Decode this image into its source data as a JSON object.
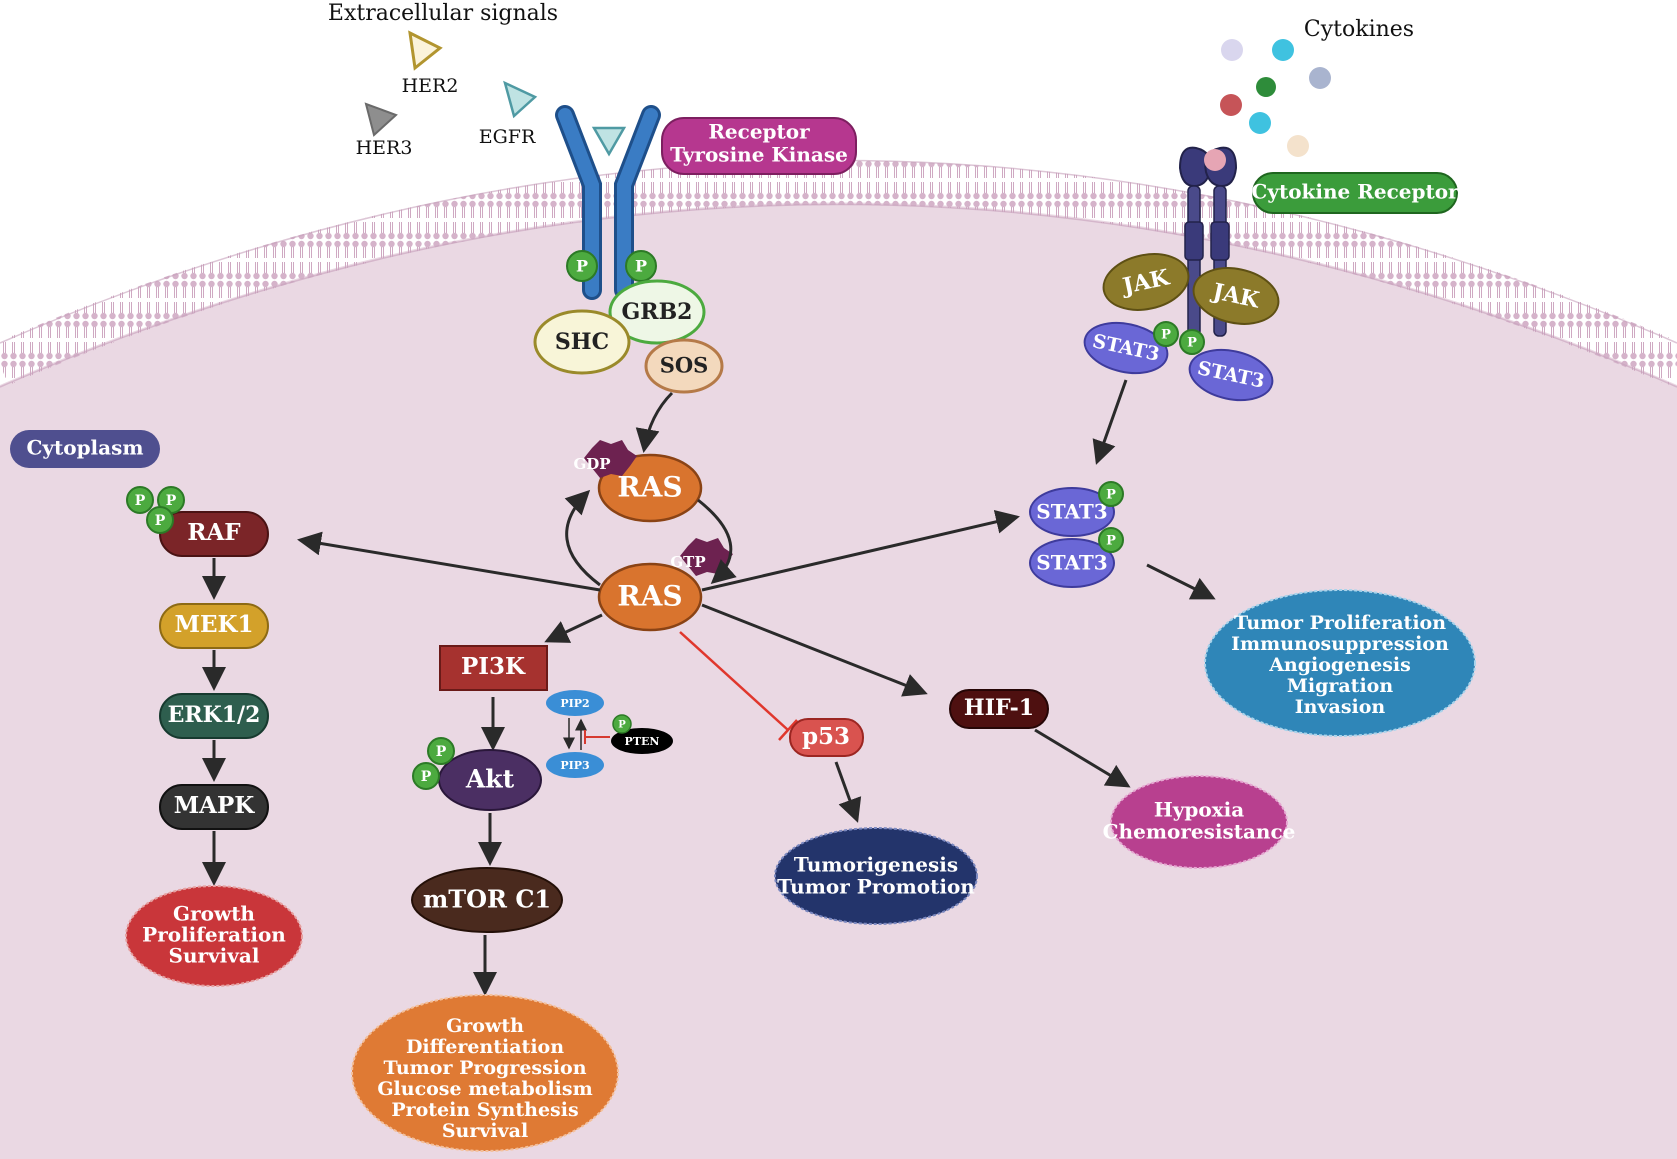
{
  "labels": {
    "extracellular_signals": "Extracellular signals",
    "her2": "HER2",
    "her3": "HER3",
    "egfr": "EGFR",
    "receptor_line1": "Receptor",
    "receptor_line2": "Tyrosine Kinase",
    "cytokines": "Cytokines",
    "cytokine_receptor": "Cytokine Receptor",
    "cytoplasm": "Cytoplasm"
  },
  "nodes": {
    "grb2": "GRB2",
    "shc": "SHC",
    "sos": "SOS",
    "gdp": "GDP",
    "gtp": "GTP",
    "ras_top": "RAS",
    "ras_bottom": "RAS",
    "raf": "RAF",
    "mek1": "MEK1",
    "erk": "ERK1/2",
    "mapk": "MAPK",
    "pi3k": "PI3K",
    "akt": "Akt",
    "mtor": "mTOR C1",
    "pip2": "PIP2",
    "pip3": "PIP3",
    "pten": "PTEN",
    "p53": "p53",
    "hif1": "HIF-1",
    "jak_left": "JAK",
    "jak_right": "JAK",
    "stat3_mem_left": "STAT3",
    "stat3_mem_right": "STAT3",
    "stat3_dimer_top": "STAT3",
    "stat3_dimer_bottom": "STAT3",
    "phospho": "P"
  },
  "outcomes": {
    "mapk_out": [
      "Growth",
      "Proliferation",
      "Survival"
    ],
    "mtor_out": [
      "Growth",
      "Differentiation",
      "Tumor Progression",
      "Glucose metabolism",
      "Protein Synthesis",
      "Survival"
    ],
    "p53_out": [
      "Tumorigenesis",
      "Tumor Promotion"
    ],
    "hif_out": [
      "Hypoxia",
      "Chemoresistance"
    ],
    "stat_out": [
      "Tumor Proliferation",
      "Immunosuppression",
      "Angiogenesis",
      "Migration",
      "Invasion"
    ]
  },
  "colors": {
    "cytoplasm_fill": "#ead8e3",
    "membrane": "#c9a3bd",
    "receptor": "#2f6fb5",
    "receptor_label": "#b6378f",
    "cytokine_receptor_label": "#3b9c3b",
    "phospho": "#4caa3f",
    "ras": "#d9742e",
    "raf": "#7b2528",
    "mek1": "#d3a12a",
    "erk": "#2e5e4e",
    "mapk": "#333333",
    "pi3k": "#a6322f",
    "akt": "#4b2f63",
    "mtor": "#4a2a1e",
    "p53": "#d9534f",
    "hif1": "#4e1010",
    "jak": "#8c7a2a",
    "stat3": "#6a67d6",
    "out_mapk": "#c9363a",
    "out_mtor": "#df7a34",
    "out_p53": "#23346b",
    "out_hif": "#b8408f",
    "out_stat": "#2f86b8"
  }
}
